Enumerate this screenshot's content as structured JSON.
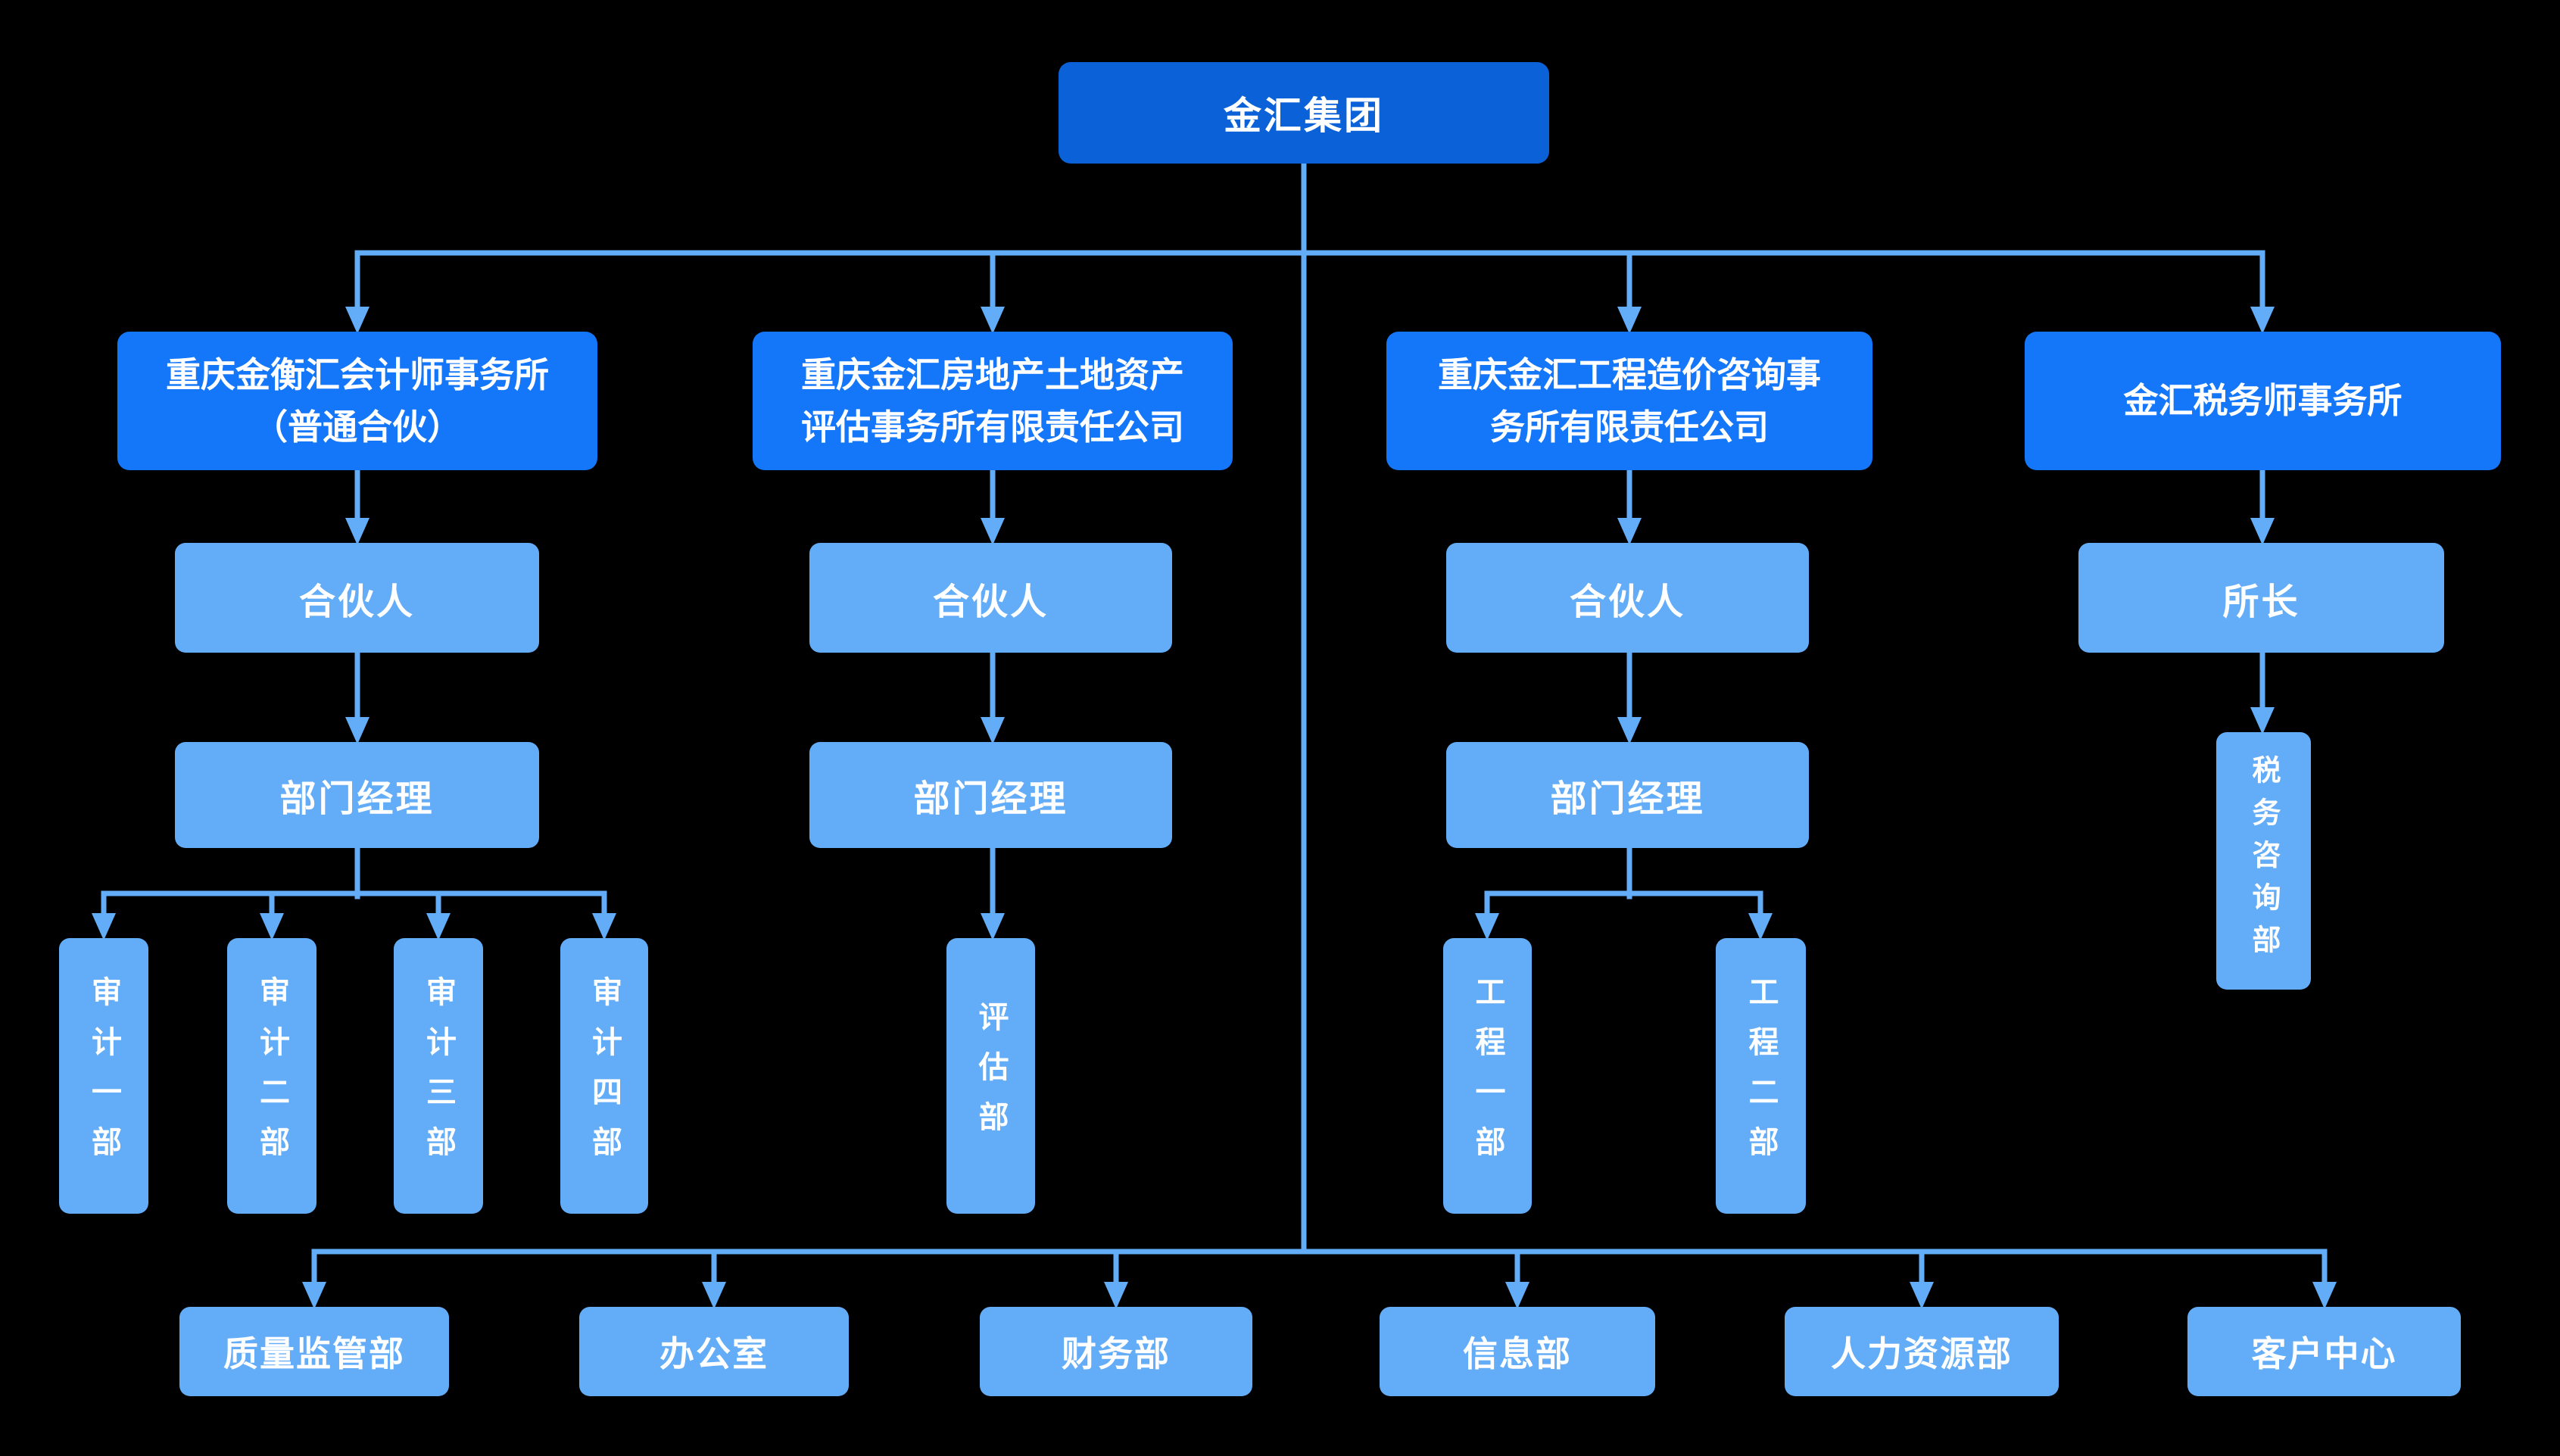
{
  "root": {
    "label": "金汇集团"
  },
  "branches": [
    {
      "company": "重庆金衡汇会计师事务所\n（普通合伙）",
      "head": "合伙人",
      "manager": "部门经理",
      "departments": [
        "审计一部",
        "审计二部",
        "审计三部",
        "审计四部"
      ]
    },
    {
      "company": "重庆金汇房地产土地资产\n评估事务所有限责任公司",
      "head": "合伙人",
      "manager": "部门经理",
      "departments": [
        "评估部"
      ]
    },
    {
      "company": "重庆金汇工程造价咨询事\n务所有限责任公司",
      "head": "合伙人",
      "manager": "部门经理",
      "departments": [
        "工程一部",
        "工程二部"
      ]
    },
    {
      "company": "金汇税务师事务所",
      "head": "所长",
      "departments": [
        "税务咨询部"
      ]
    }
  ],
  "group_departments": [
    "质量监管部",
    "办公室",
    "财务部",
    "信息部",
    "人力资源部",
    "客户中心"
  ],
  "colors": {
    "background": "#000000",
    "text": "#ffffff",
    "connector": "#62acf8",
    "root_fill": "#0b61d8",
    "branch_fill": "#1476f8",
    "node_fill": "#62acf8"
  }
}
